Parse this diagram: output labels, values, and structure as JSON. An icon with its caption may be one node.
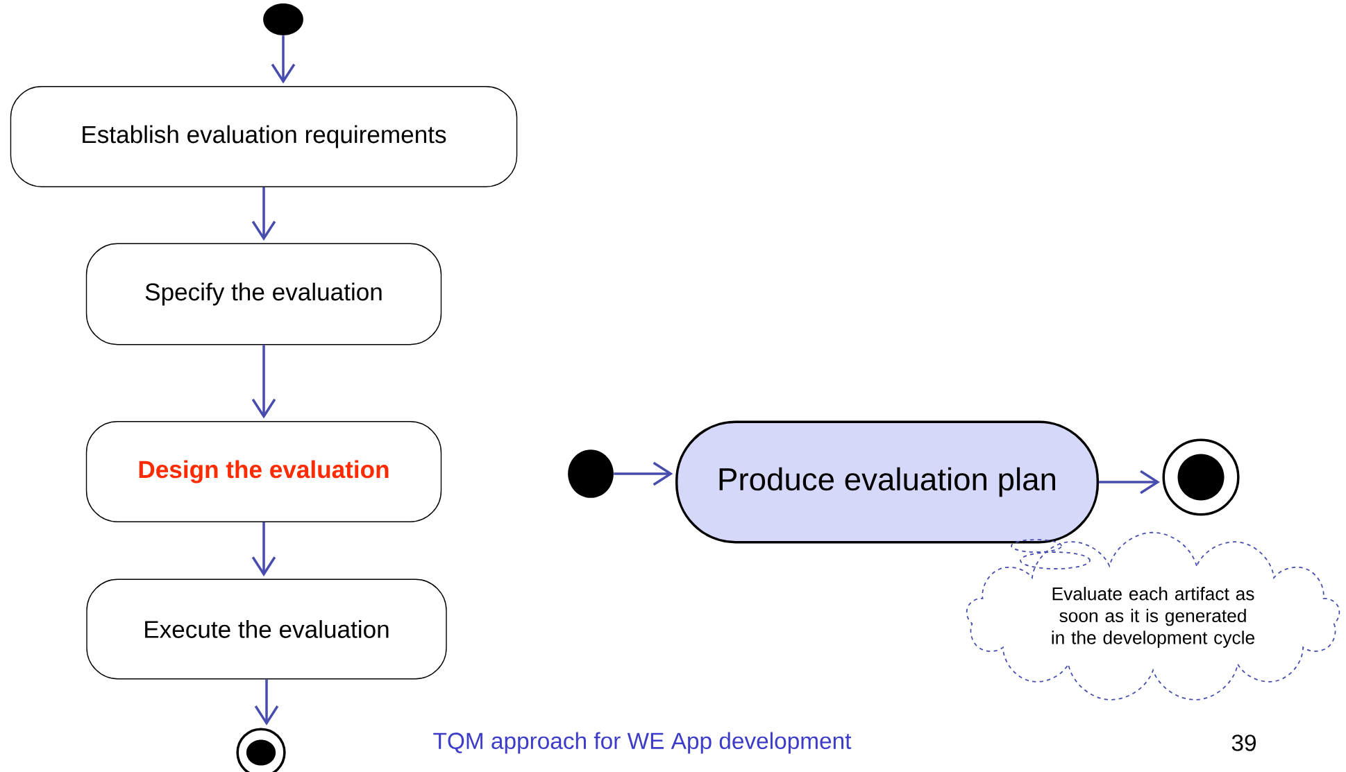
{
  "diagram": {
    "nodes": [
      {
        "text": [],
        "shape": "circle"
      },
      {
        "text": [
          "Establish evaluation requirements"
        ]
      },
      {
        "text": [
          "Specify the evaluation"
        ]
      },
      {
        "text": [
          "Design the evaluation"
        ]
      },
      {
        "text": [
          "Execute the evaluation"
        ]
      },
      {
        "text": [],
        "shape": "circle"
      },
      {
        "text": [],
        "shape": "circle"
      },
      {
        "text": [
          "Produce evaluation plan"
        ]
      },
      {
        "text": [],
        "shape": "circle"
      },
      {
        "text": [
          "Evaluate each artifact as soon as it is generated in the development cycle"
        ]
      }
    ],
    "edges": [
      {
        "from": 0,
        "to": 1,
        "arrow": "to"
      },
      {
        "from": 1,
        "to": 2,
        "arrow": "to"
      },
      {
        "from": 2,
        "to": 3,
        "arrow": "to"
      },
      {
        "from": 3,
        "to": 4,
        "arrow": "to"
      },
      {
        "from": 4,
        "to": 5,
        "arrow": "to"
      },
      {
        "from": 6,
        "to": 7,
        "arrow": "to"
      },
      {
        "from": 7,
        "to": 8,
        "arrow": "to"
      }
    ],
    "labels": [
      "TQM approach for WE App development",
      "39"
    ]
  }
}
